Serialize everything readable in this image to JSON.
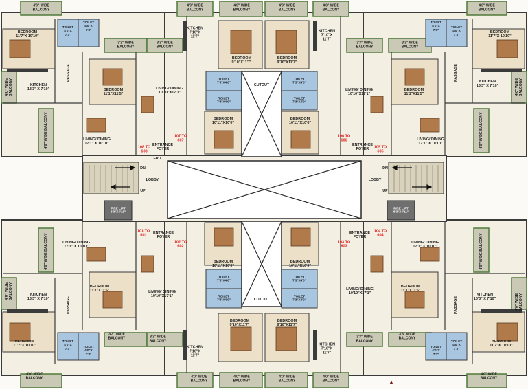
{
  "plan": {
    "cutout_label": "CUTOUT",
    "lobby_label": "LOBBY",
    "entrance_foyer": "ENTRANCE\nFOYER",
    "passage": "PASSAGE",
    "frd": "FRD",
    "dn": "DN",
    "up": "UP",
    "north_marker": "▲"
  },
  "labels": [
    {
      "id": "bal-top-1",
      "text": "4'0\" WIDE\nBALCONY",
      "kind": "bal"
    },
    {
      "id": "bal-top-2",
      "text": "4'0\" WIDE\nBALCONY",
      "kind": "bal"
    },
    {
      "id": "bal-top-3",
      "text": "4'0\" WIDE\nBALCONY",
      "kind": "bal"
    },
    {
      "id": "bal-top-4",
      "text": "4'0\" WIDE\nBALCONY",
      "kind": "bal"
    },
    {
      "id": "bal-top-5",
      "text": "4'0\" WIDE\nBALCONY",
      "kind": "bal"
    },
    {
      "id": "bal-top-6",
      "text": "4'0\" WIDE\nBALCONY",
      "kind": "bal"
    },
    {
      "id": "bed-tl",
      "text": "BEDROOM\n11'7\"X 10'10\"",
      "kind": "room"
    },
    {
      "id": "toilet-tl-1",
      "text": "TOILET\n4'0\"X\n7'3\"",
      "kind": "sm"
    },
    {
      "id": "toilet-tl-2",
      "text": "TOILET\n4'0\"X\n7'3\"",
      "kind": "sm"
    },
    {
      "id": "kit-t1",
      "text": "KITCHEN\n7'10\"X\n11'7\"",
      "kind": "room"
    },
    {
      "id": "bed-t1",
      "text": "BEDROOM\n9'10\"X11'7\"",
      "kind": "room"
    },
    {
      "id": "bed-t2",
      "text": "BEDROOM\n9'10\"X11'7\"",
      "kind": "room"
    },
    {
      "id": "kit-t2",
      "text": "KITCHEN\n7'10\"X\n11'7\"",
      "kind": "room"
    },
    {
      "id": "toilet-tr-1",
      "text": "TOILET\n4'0\"X\n7'3\"",
      "kind": "sm"
    },
    {
      "id": "toilet-tr-2",
      "text": "TOILET\n4'0\"X\n7'3\"",
      "kind": "sm"
    },
    {
      "id": "bed-tr",
      "text": "BEDROOM\n11'7\"X 10'10\"",
      "kind": "room"
    },
    {
      "id": "bal33-tl-1",
      "text": "3'3\" WIDE\nBALCONY",
      "kind": "bal"
    },
    {
      "id": "bal33-tl-2",
      "text": "3'3\" WIDE\nBALCONY",
      "kind": "bal"
    },
    {
      "id": "bal33-tr-1",
      "text": "3'3\" WIDE\nBALCONY",
      "kind": "bal"
    },
    {
      "id": "bal33-tr-2",
      "text": "3'3\" WIDE\nBALCONY",
      "kind": "bal"
    },
    {
      "id": "passage-tl",
      "text": "PASSAGE",
      "kind": "rot"
    },
    {
      "id": "passage-tr",
      "text": "PASSAGE",
      "kind": "rot"
    },
    {
      "id": "kit-tl",
      "text": "KITCHEN\n13'3\" X 7'10\"",
      "kind": "room"
    },
    {
      "id": "kit-tr",
      "text": "KITCHEN\n13'3\" X 7'10\"",
      "kind": "room"
    },
    {
      "id": "bed-tl2",
      "text": "BEDROOM\n11'1\"X11'5\"",
      "kind": "room"
    },
    {
      "id": "bed-tr2",
      "text": "BEDROOM\n11'1\"X11'5\"",
      "kind": "room"
    },
    {
      "id": "ld-t1",
      "text": "LIVING/ DINING\n10'10\"X17'1\"",
      "kind": "room"
    },
    {
      "id": "ld-t2",
      "text": "LIVING/ DINING\n10'10\"X17'1\"",
      "kind": "room"
    },
    {
      "id": "toilet-tc-1",
      "text": "TOILET\n7'3\"X4'0\"",
      "kind": "sm"
    },
    {
      "id": "toilet-tc-2",
      "text": "TOILET\n7'3\"X4'0\"",
      "kind": "sm"
    },
    {
      "id": "toilet-tc-3",
      "text": "TOILET\n7'3\"X4'0\"",
      "kind": "sm"
    },
    {
      "id": "toilet-tc-4",
      "text": "TOILET\n7'3\"X4'0\"",
      "kind": "sm"
    },
    {
      "id": "cutout-top",
      "text": "CUTOUT",
      "kind": "room"
    },
    {
      "id": "bed-tc-1",
      "text": "BEDROOM\n10'11\"X10'0\"",
      "kind": "room"
    },
    {
      "id": "bed-tc-2",
      "text": "BEDROOM\n10'11\"X10'0\"",
      "kind": "room"
    },
    {
      "id": "bal-side-tl",
      "text": "4'0\" WIDE BALCONY",
      "kind": "rot"
    },
    {
      "id": "bal-side-tr",
      "text": "4'0\" WIDE BALCONY",
      "kind": "rot"
    },
    {
      "id": "bal-side-tl-small",
      "text": "4'0\" WIDE\nBALCONY",
      "kind": "rot"
    },
    {
      "id": "bal-side-tr-small",
      "text": "4'0\" WIDE\nBALCONY",
      "kind": "rot"
    },
    {
      "id": "ld-tl",
      "text": "LIVING/ DINING\n17'1\" X 10'10\"",
      "kind": "room"
    },
    {
      "id": "ld-tr",
      "text": "LIVING/ DINING\n17'1\" X 10'10\"",
      "kind": "room"
    },
    {
      "id": "flat-t1",
      "text": "108 TO\n608",
      "kind": "flat"
    },
    {
      "id": "flat-t2",
      "text": "107 TO\n607",
      "kind": "flat"
    },
    {
      "id": "flat-t3",
      "text": "106 TO\n606",
      "kind": "flat"
    },
    {
      "id": "flat-t4",
      "text": "105 TO\n605",
      "kind": "flat"
    },
    {
      "id": "foyer-tl",
      "text": "ENTRANCE\nFOYER",
      "kind": "room"
    },
    {
      "id": "foyer-tr",
      "text": "ENTRANCE\nFOYER",
      "kind": "room"
    },
    {
      "id": "frd",
      "text": "FRD",
      "kind": "room"
    },
    {
      "id": "dn-l",
      "text": "DN",
      "kind": "room"
    },
    {
      "id": "dn-r",
      "text": "DN",
      "kind": "room"
    },
    {
      "id": "lobby-l",
      "text": "LOBBY",
      "kind": "room"
    },
    {
      "id": "lobby-r",
      "text": "LOBBY",
      "kind": "room"
    },
    {
      "id": "up-l",
      "text": "UP",
      "kind": "room"
    },
    {
      "id": "up-r",
      "text": "UP",
      "kind": "room"
    },
    {
      "id": "lift-l",
      "text": "FIRE LIFT\n6'3\"X4'11\"",
      "kind": "lift"
    },
    {
      "id": "lift-r",
      "text": "FIRE LIFT\n6'3\"X4'11\"",
      "kind": "lift"
    },
    {
      "id": "flat-b1",
      "text": "101 TO\n601",
      "kind": "flat"
    },
    {
      "id": "flat-b2",
      "text": "102 TO\n602",
      "kind": "flat"
    },
    {
      "id": "flat-b3",
      "text": "103 TO\n603",
      "kind": "flat"
    },
    {
      "id": "flat-b4",
      "text": "104 TO\n604",
      "kind": "flat"
    },
    {
      "id": "foyer-bl",
      "text": "ENTRANCE\nFOYER",
      "kind": "room"
    },
    {
      "id": "foyer-br",
      "text": "ENTRANCE\nFOYER",
      "kind": "room"
    },
    {
      "id": "ld-bl",
      "text": "LIVING/ DINING\n17'1\" X 10'10\"",
      "kind": "room"
    },
    {
      "id": "ld-br",
      "text": "LIVING/ DINING\n17'1\" X 10'10\"",
      "kind": "room"
    },
    {
      "id": "bal-side-bl",
      "text": "4'0\" WIDE BALCONY",
      "kind": "rot"
    },
    {
      "id": "bal-side-br",
      "text": "4'0\" WIDE BALCONY",
      "kind": "rot"
    },
    {
      "id": "bed-bc-1",
      "text": "BEDROOM\n10'11\"X10'0\"",
      "kind": "room"
    },
    {
      "id": "bed-bc-2",
      "text": "BEDROOM\n10'11\"X10'0\"",
      "kind": "room"
    },
    {
      "id": "toilet-bc-1",
      "text": "TOILET\n7'3\"X4'0\"",
      "kind": "sm"
    },
    {
      "id": "toilet-bc-2",
      "text": "TOILET\n7'3\"X4'0\"",
      "kind": "sm"
    },
    {
      "id": "toilet-bc-3",
      "text": "TOILET\n7'3\"X4'0\"",
      "kind": "sm"
    },
    {
      "id": "toilet-bc-4",
      "text": "TOILET\n7'3\"X4'0\"",
      "kind": "sm"
    },
    {
      "id": "cutout-bottom",
      "text": "CUTOUT",
      "kind": "room"
    },
    {
      "id": "bed-bl2",
      "text": "BEDROOM\n11'1\"X11'5\"",
      "kind": "room"
    },
    {
      "id": "bed-br2",
      "text": "BEDROOM\n11'1\"X11'5\"",
      "kind": "room"
    },
    {
      "id": "ld-b1",
      "text": "LIVING/ DINING\n10'10\"X17'1\"",
      "kind": "room"
    },
    {
      "id": "ld-b2",
      "text": "LIVING/ DINING\n10'10\"X17'1\"",
      "kind": "room"
    },
    {
      "id": "kit-bl",
      "text": "KITCHEN\n13'3\" X 7'10\"",
      "kind": "room"
    },
    {
      "id": "kit-br",
      "text": "KITCHEN\n13'3\" X 7'10\"",
      "kind": "room"
    },
    {
      "id": "bal-side-bl-small",
      "text": "4'0\" WIDE\nBALCONY",
      "kind": "rot"
    },
    {
      "id": "bal-side-br-small",
      "text": "4'0\" WIDE\nBALCONY",
      "kind": "rot"
    },
    {
      "id": "passage-bl",
      "text": "PASSAGE",
      "kind": "rot"
    },
    {
      "id": "passage-br",
      "text": "PASSAGE",
      "kind": "rot"
    },
    {
      "id": "bed-b1",
      "text": "BEDROOM\n9'10\"X11'7\"",
      "kind": "room"
    },
    {
      "id": "bed-b2",
      "text": "BEDROOM\n9'10\"X11'7\"",
      "kind": "room"
    },
    {
      "id": "bal33-bl-1",
      "text": "3'3\" WIDE\nBALCONY",
      "kind": "bal"
    },
    {
      "id": "bal33-bl-2",
      "text": "3'3\" WIDE\nBALCONY",
      "kind": "bal"
    },
    {
      "id": "bal33-br-1",
      "text": "3'3\" WIDE\nBALCONY",
      "kind": "bal"
    },
    {
      "id": "bal33-br-2",
      "text": "3'3\" WIDE\nBALCONY",
      "kind": "bal"
    },
    {
      "id": "bed-bl",
      "text": "BEDROOM\n11'7\"X 10'10\"",
      "kind": "room"
    },
    {
      "id": "bed-br",
      "text": "BEDROOM\n11'7\"X 10'10\"",
      "kind": "room"
    },
    {
      "id": "toilet-bl-1",
      "text": "TOILET\n4'0\"X\n7'3\"",
      "kind": "sm"
    },
    {
      "id": "toilet-bl-2",
      "text": "TOILET\n4'0\"X\n7'3\"",
      "kind": "sm"
    },
    {
      "id": "toilet-br-1",
      "text": "TOILET\n4'0\"X\n7'3\"",
      "kind": "sm"
    },
    {
      "id": "toilet-br-2",
      "text": "TOILET\n4'0\"X\n7'3\"",
      "kind": "sm"
    },
    {
      "id": "kit-b1",
      "text": "KITCHEN\n7'10\"X\n11'7\"",
      "kind": "room"
    },
    {
      "id": "kit-b2",
      "text": "KITCHEN\n7'10\"X\n11'7\"",
      "kind": "room"
    },
    {
      "id": "bal-bot-1",
      "text": "4'0\" WIDE\nBALCONY",
      "kind": "bal"
    },
    {
      "id": "bal-bot-2",
      "text": "4'0\" WIDE\nBALCONY",
      "kind": "bal"
    },
    {
      "id": "bal-bot-3",
      "text": "4'0\" WIDE\nBALCONY",
      "kind": "bal"
    },
    {
      "id": "bal-bot-4",
      "text": "4'0\" WIDE\nBALCONY",
      "kind": "bal"
    },
    {
      "id": "bal-bot-5",
      "text": "4'0\" WIDE\nBALCONY",
      "kind": "bal"
    },
    {
      "id": "bal-bot-6",
      "text": "4'0\" WIDE\nBALCONY",
      "kind": "bal"
    }
  ]
}
